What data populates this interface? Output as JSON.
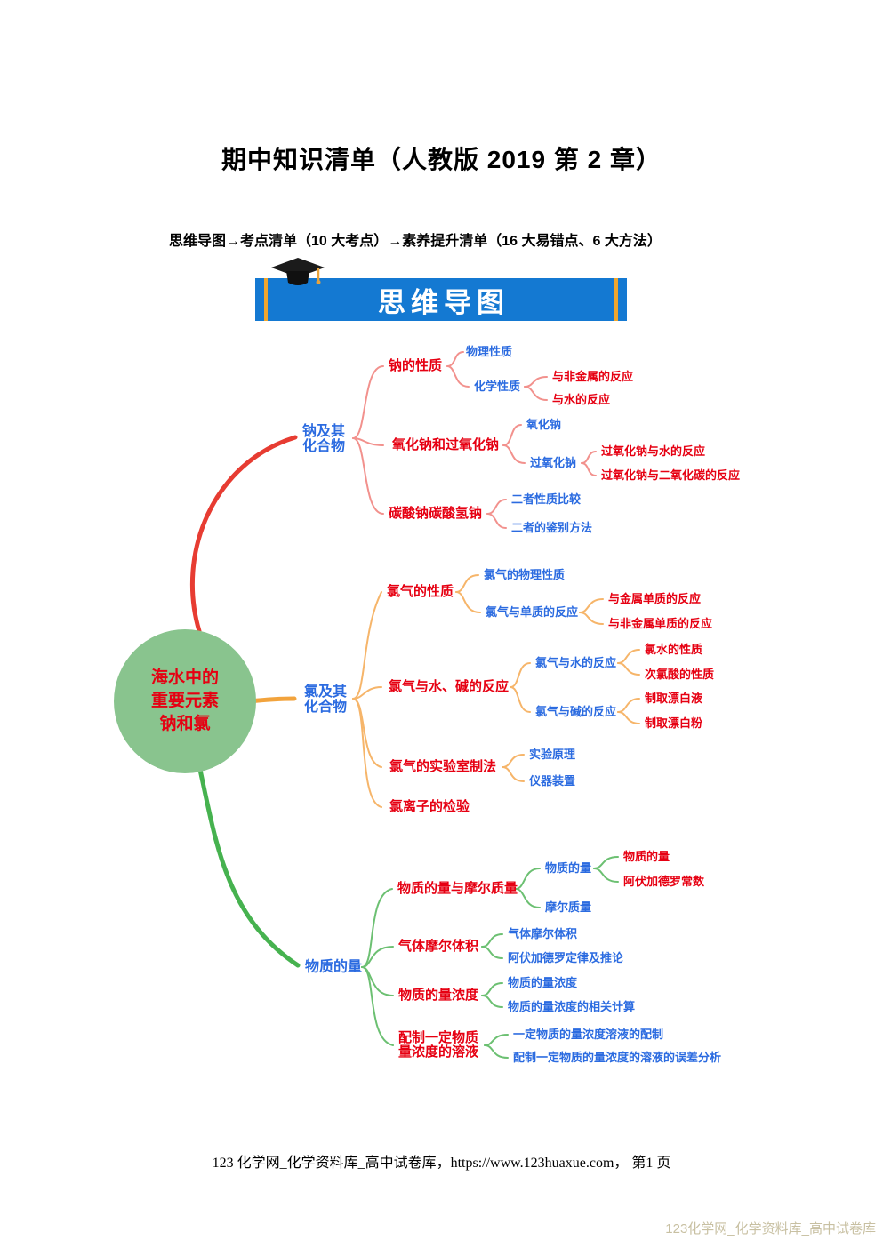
{
  "page": {
    "title": "期中知识清单（人教版 2019 第 2 章）",
    "subtitle": "思维导图→考点清单（10 大考点）→素养提升清单（16 大易错点、6 大方法）",
    "footer": "123 化学网_化学资料库_高中试卷库，https://www.123huaxue.com， 第1 页",
    "watermark": "123化学网_化学资料库_高中试卷库"
  },
  "banner": {
    "label": "思维导图",
    "icon": "graduation-cap-icon",
    "bg_color": "#1479d2",
    "stripe_color": "#f0a62e"
  },
  "colors": {
    "red_text": "#e60012",
    "blue_text": "#2b6be0",
    "branch1": "#e73c32",
    "branch1_light": "#f2918d",
    "branch2": "#f2a33c",
    "branch2_light": "#f6b56a",
    "branch3": "#46b24f",
    "branch3_light": "#6cc072",
    "circle_fill": "#89c48e",
    "watermark": "#c8c0a2"
  },
  "mindmap": {
    "center": {
      "id": "center",
      "label": "海水中的\n重要元素\n钠和氯",
      "color": "red"
    },
    "nodes": [
      {
        "id": "b1",
        "label": "钠及其\n化合物",
        "color": "blue"
      },
      {
        "id": "b1c1",
        "label": "钠的性质",
        "color": "red"
      },
      {
        "id": "b1c1a",
        "label": "物理性质",
        "color": "blue"
      },
      {
        "id": "b1c1b",
        "label": "化学性质",
        "color": "blue"
      },
      {
        "id": "b1c1b1",
        "label": "与非金属的反应",
        "color": "red"
      },
      {
        "id": "b1c1b2",
        "label": "与水的反应",
        "color": "red"
      },
      {
        "id": "b1c2",
        "label": "氧化钠和过氧化钠",
        "color": "red"
      },
      {
        "id": "b1c2a",
        "label": "氧化钠",
        "color": "blue"
      },
      {
        "id": "b1c2b",
        "label": "过氧化钠",
        "color": "blue"
      },
      {
        "id": "b1c2b1",
        "label": "过氧化钠与水的反应",
        "color": "red"
      },
      {
        "id": "b1c2b2",
        "label": "过氧化钠与二氧化碳的反应",
        "color": "red"
      },
      {
        "id": "b1c3",
        "label": "碳酸钠碳酸氢钠",
        "color": "red"
      },
      {
        "id": "b1c3a",
        "label": "二者性质比较",
        "color": "blue"
      },
      {
        "id": "b1c3b",
        "label": "二者的鉴别方法",
        "color": "blue"
      },
      {
        "id": "b2",
        "label": "氯及其\n化合物",
        "color": "blue"
      },
      {
        "id": "b2c1",
        "label": "氯气的性质",
        "color": "red"
      },
      {
        "id": "b2c1a",
        "label": "氯气的物理性质",
        "color": "blue"
      },
      {
        "id": "b2c1b",
        "label": "氯气与单质的反应",
        "color": "blue"
      },
      {
        "id": "b2c1b1",
        "label": "与金属单质的反应",
        "color": "red"
      },
      {
        "id": "b2c1b2",
        "label": "与非金属单质的反应",
        "color": "red"
      },
      {
        "id": "b2c2",
        "label": "氯气与水、碱的反应",
        "color": "red"
      },
      {
        "id": "b2c2a",
        "label": "氯气与水的反应",
        "color": "blue"
      },
      {
        "id": "b2c2a1",
        "label": "氯水的性质",
        "color": "red"
      },
      {
        "id": "b2c2a2",
        "label": "次氯酸的性质",
        "color": "red"
      },
      {
        "id": "b2c2b",
        "label": "氯气与碱的反应",
        "color": "blue"
      },
      {
        "id": "b2c2b1",
        "label": "制取漂白液",
        "color": "red"
      },
      {
        "id": "b2c2b2",
        "label": "制取漂白粉",
        "color": "red"
      },
      {
        "id": "b2c3",
        "label": "氯气的实验室制法",
        "color": "red"
      },
      {
        "id": "b2c3a",
        "label": "实验原理",
        "color": "blue"
      },
      {
        "id": "b2c3b",
        "label": "仪器装置",
        "color": "blue"
      },
      {
        "id": "b2c4",
        "label": "氯离子的检验",
        "color": "red"
      },
      {
        "id": "b3",
        "label": "物质的量",
        "color": "blue"
      },
      {
        "id": "b3c1",
        "label": "物质的量与摩尔质量",
        "color": "red"
      },
      {
        "id": "b3c1a",
        "label": "物质的量",
        "color": "blue"
      },
      {
        "id": "b3c1a1",
        "label": "物质的量",
        "color": "red"
      },
      {
        "id": "b3c1a2",
        "label": "阿伏加德罗常数",
        "color": "red"
      },
      {
        "id": "b3c1b",
        "label": "摩尔质量",
        "color": "blue"
      },
      {
        "id": "b3c2",
        "label": "气体摩尔体积",
        "color": "red"
      },
      {
        "id": "b3c2a",
        "label": "气体摩尔体积",
        "color": "blue"
      },
      {
        "id": "b3c2b",
        "label": "阿伏加德罗定律及推论",
        "color": "blue"
      },
      {
        "id": "b3c3",
        "label": "物质的量浓度",
        "color": "red"
      },
      {
        "id": "b3c3a",
        "label": "物质的量浓度",
        "color": "blue"
      },
      {
        "id": "b3c3b",
        "label": "物质的量浓度的相关计算",
        "color": "blue"
      },
      {
        "id": "b3c4",
        "label": "配制一定物质\n量浓度的溶液",
        "color": "red"
      },
      {
        "id": "b3c4a",
        "label": "一定物质的量浓度溶液的配制",
        "color": "blue"
      },
      {
        "id": "b3c4b",
        "label": "配制一定物质的量浓度的溶液的误差分析",
        "color": "blue"
      }
    ]
  }
}
